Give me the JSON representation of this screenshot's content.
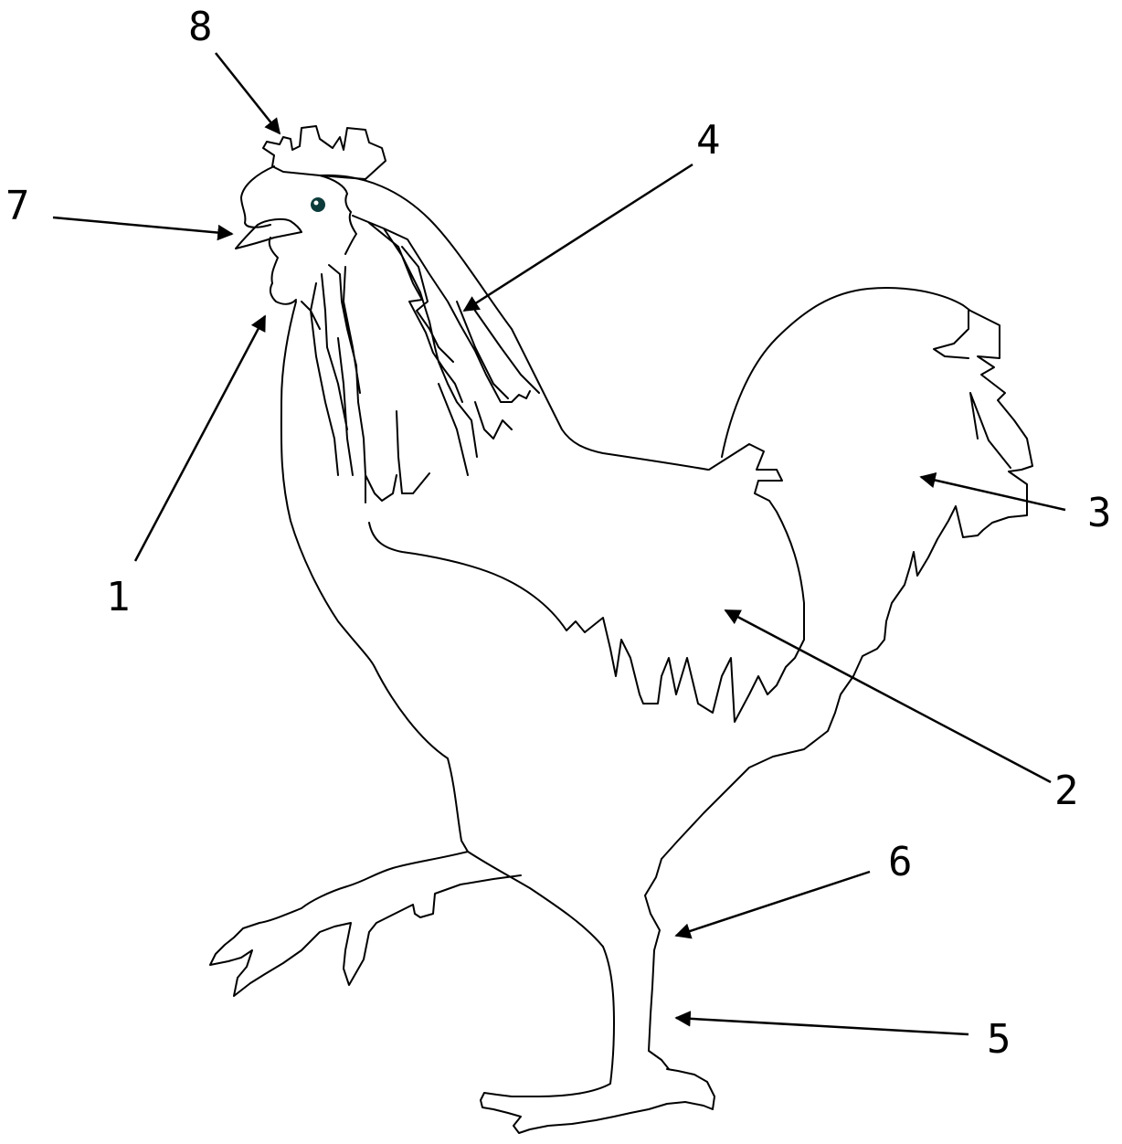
{
  "diagram": {
    "subject": "rooster",
    "labels": [
      {
        "id": "1",
        "text": "1"
      },
      {
        "id": "2",
        "text": "2"
      },
      {
        "id": "3",
        "text": "3"
      },
      {
        "id": "4",
        "text": "4"
      },
      {
        "id": "5",
        "text": "5"
      },
      {
        "id": "6",
        "text": "6"
      },
      {
        "id": "7",
        "text": "7"
      },
      {
        "id": "8",
        "text": "8"
      }
    ],
    "colors": {
      "line": "#000000",
      "background": "#ffffff",
      "eye": "#0d3b3b"
    }
  }
}
